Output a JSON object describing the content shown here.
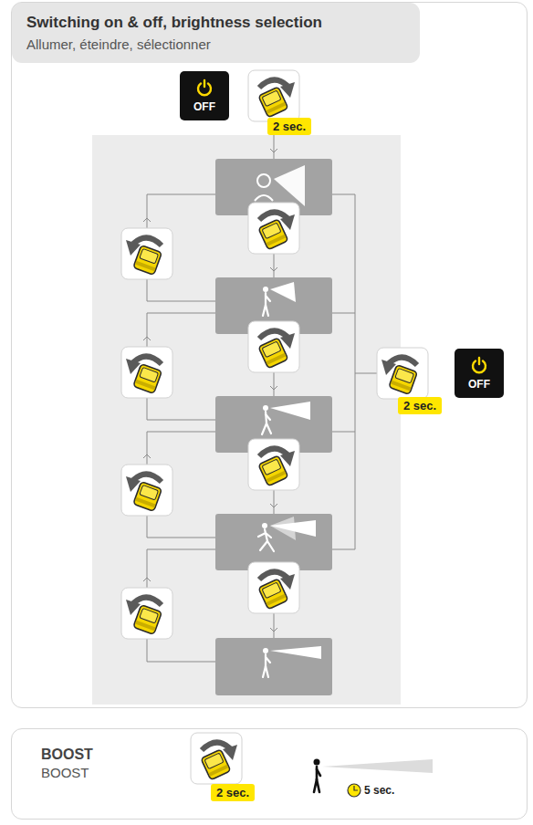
{
  "diagram": {
    "nodes": [
      {
        "text": [
          "Switching on & off, brightness selection",
          "Allumer, éteindre, sélectionner"
        ]
      },
      {
        "text": [
          "OFF"
        ],
        "in": 0
      },
      {
        "text": [
          "2 sec."
        ],
        "in": 0
      },
      {
        "text": [
          "2 sec."
        ],
        "in": 0
      },
      {
        "text": [
          "OFF"
        ],
        "in": 0
      },
      {
        "text": [
          "BOOST",
          "BOOST"
        ]
      },
      {
        "text": [
          "2 sec."
        ],
        "in": 5
      }
    ],
    "labels": [
      "5 sec."
    ]
  }
}
